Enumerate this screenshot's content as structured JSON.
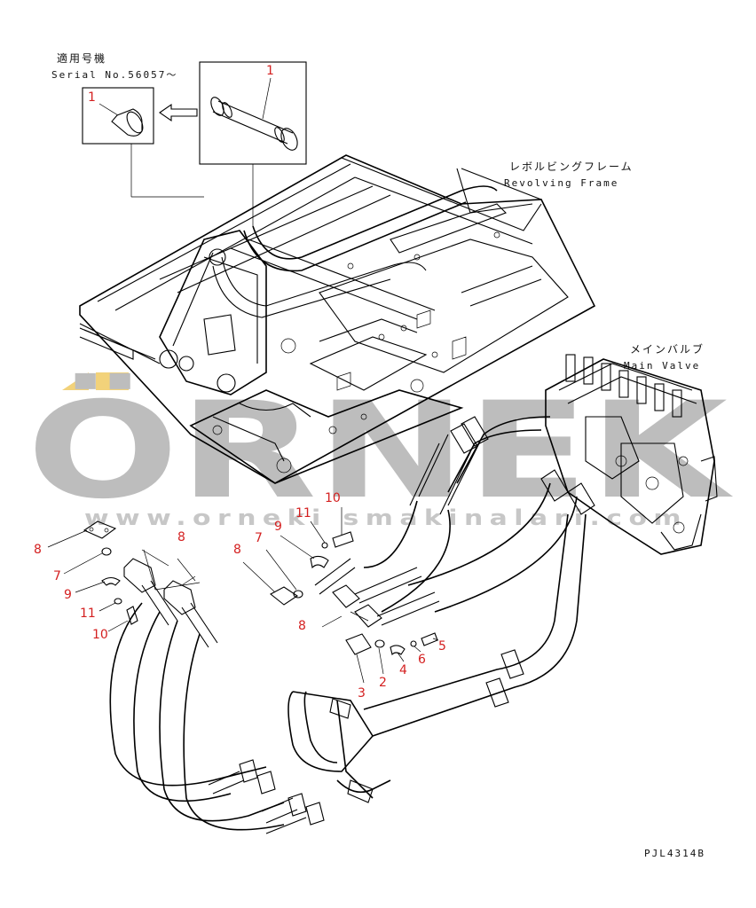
{
  "serial_label": {
    "jp": "適用号機",
    "en": "Serial No.56057～"
  },
  "frame_label": {
    "jp": "レボルビングフレーム",
    "en": "Revolving Frame"
  },
  "valve_label": {
    "jp": "メインバルブ",
    "en": "Main Valve"
  },
  "drawing_code": "PJL4314B",
  "watermark": {
    "brand": "ÖRNEK",
    "url": "www.orneki smakinalari.com",
    "brand_color": "#bdbdbd",
    "accent_color": "#f2d27a"
  },
  "callouts": {
    "c1a": "1",
    "c1b": "1",
    "c10a": "10",
    "c11a": "11",
    "c9a": "9",
    "c7a": "7",
    "c8a": "8",
    "c8b": "8",
    "c8c": "8",
    "c7b": "7",
    "c9b": "9",
    "c11b": "11",
    "c10b": "10",
    "c8d": "8",
    "c3": "3",
    "c2": "2",
    "c4": "4",
    "c6": "6",
    "c5": "5"
  },
  "callout_color": "#d42020"
}
